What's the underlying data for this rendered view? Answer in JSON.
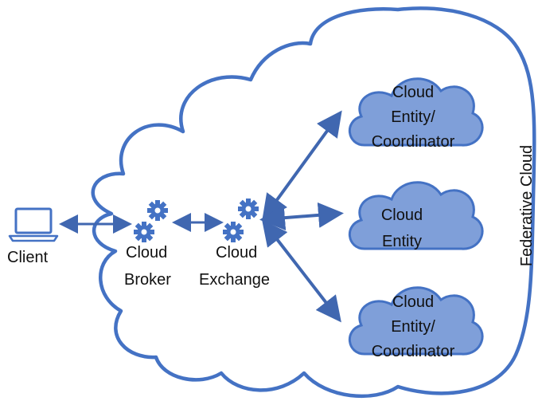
{
  "diagram": {
    "client_label": "Client",
    "broker_label_line1": "Cloud",
    "broker_label_line2": "Broker",
    "exchange_label_line1": "Cloud",
    "exchange_label_line2": "Exchange",
    "federative_label": "Federative Cloud",
    "entity_top": {
      "line1": "Cloud",
      "line2": "Entity/",
      "line3": "Coordinator"
    },
    "entity_middle": {
      "line1": "Cloud",
      "line2": "Entity"
    },
    "entity_bottom": {
      "line1": "Cloud",
      "line2": "Entity/",
      "line3": "Coordinator"
    }
  },
  "icons": {
    "client": "laptop-icon",
    "broker": "gears-icon",
    "exchange": "gears-icon"
  },
  "colors": {
    "outline": "#4472C4",
    "cloud_fill": "#7F9FD9",
    "arrow": "#4067B0",
    "gear": "#4472C4",
    "text": "#111111"
  }
}
